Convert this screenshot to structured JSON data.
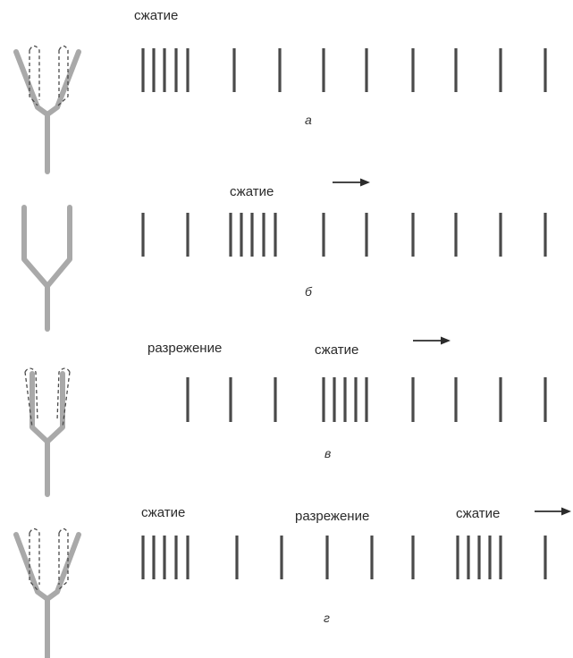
{
  "panels": [
    {
      "letter": "а",
      "labels": [
        "сжатие"
      ],
      "arrow": false,
      "fork": "dashed"
    },
    {
      "letter": "б",
      "labels": [
        "сжатие"
      ],
      "arrow": true,
      "fork": "plain"
    },
    {
      "letter": "в",
      "labels": [
        "разрежение",
        "сжатие"
      ],
      "arrow": true,
      "fork": "dashed"
    },
    {
      "letter": "г",
      "labels": [
        "сжатие",
        "разрежение",
        "сжатие"
      ],
      "arrow": true,
      "fork": "dashed"
    }
  ],
  "colors": {
    "fork_gray": "#a9a9a9",
    "line_dark": "#4a4a4a",
    "text": "#2a2a2a"
  }
}
